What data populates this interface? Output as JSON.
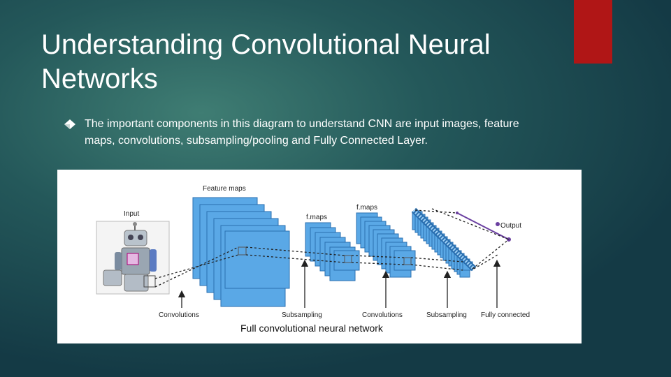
{
  "slide": {
    "title": "Understanding Convolutional Neural Networks",
    "bullet": "The important components in this diagram to understand CNN are input images, feature maps, convolutions, subsampling/pooling and Fully Connected Layer.",
    "accent_color": "#b01616"
  },
  "diagram": {
    "labels": {
      "input": "Input",
      "feature_maps": "Feature maps",
      "f_maps_1": "f.maps",
      "f_maps_2": "f.maps",
      "output": "Output",
      "convolutions_1": "Convolutions",
      "subsampling_1": "Subsampling",
      "convolutions_2": "Convolutions",
      "subsampling_2": "Subsampling",
      "fully_connected": "Fully connected",
      "caption": "Full convolutional neural network"
    },
    "colors": {
      "map_fill": "#5aa8e6",
      "map_stroke": "#2a6fb0",
      "output_line": "#6a3fa0"
    },
    "icons": [
      "robot-input-image",
      "diamond-bullet"
    ]
  }
}
